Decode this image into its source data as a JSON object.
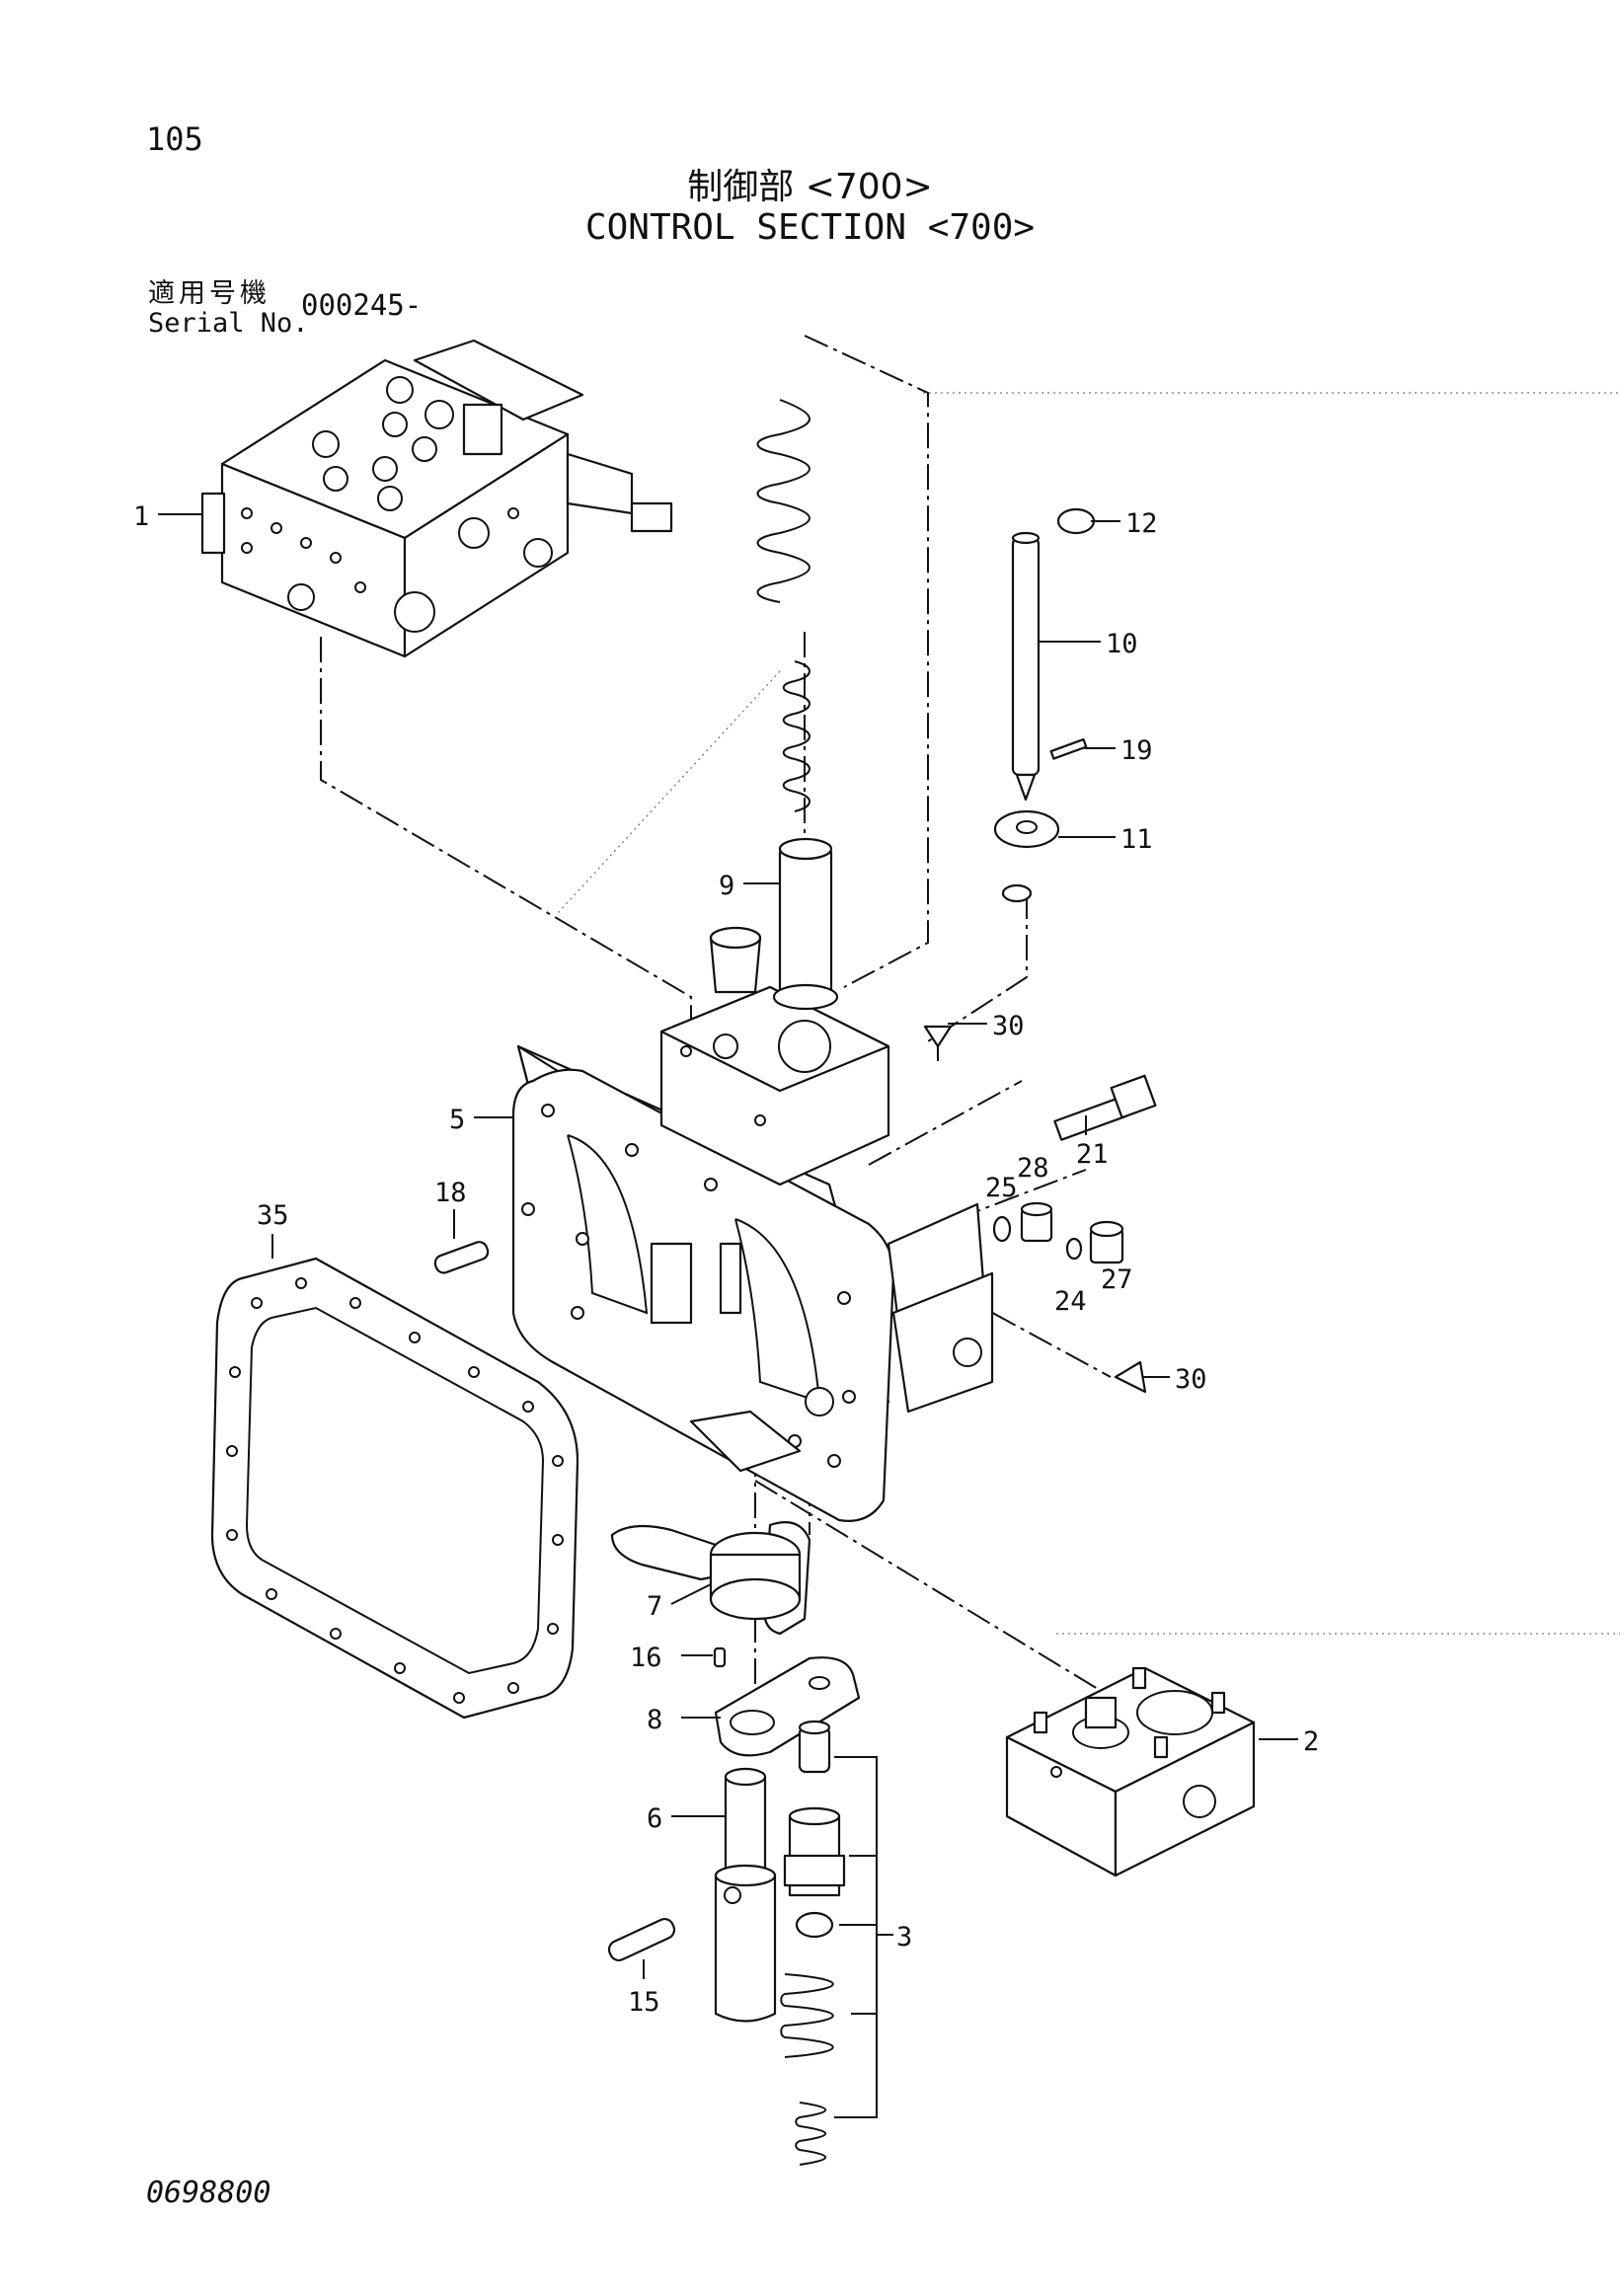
{
  "page": {
    "page_number": "105",
    "title_ja": "制御部 <700>",
    "title_en": "CONTROL SECTION <700>",
    "serial_label_ja": "適用号機",
    "serial_label_en": "Serial No.",
    "serial_value": "000245-",
    "document_code": "0698800"
  },
  "callouts": [
    {
      "id": "c1",
      "text": "1"
    },
    {
      "id": "c2",
      "text": "2"
    },
    {
      "id": "c3",
      "text": "3"
    },
    {
      "id": "c5",
      "text": "5"
    },
    {
      "id": "c6",
      "text": "6"
    },
    {
      "id": "c7",
      "text": "7"
    },
    {
      "id": "c8",
      "text": "8"
    },
    {
      "id": "c9",
      "text": "9"
    },
    {
      "id": "c10",
      "text": "10"
    },
    {
      "id": "c11",
      "text": "11"
    },
    {
      "id": "c12",
      "text": "12"
    },
    {
      "id": "c15",
      "text": "15"
    },
    {
      "id": "c16",
      "text": "16"
    },
    {
      "id": "c18",
      "text": "18"
    },
    {
      "id": "c19",
      "text": "19"
    },
    {
      "id": "c21",
      "text": "21"
    },
    {
      "id": "c24",
      "text": "24"
    },
    {
      "id": "c25",
      "text": "25"
    },
    {
      "id": "c27",
      "text": "27"
    },
    {
      "id": "c28",
      "text": "28"
    },
    {
      "id": "c30a",
      "text": "30"
    },
    {
      "id": "c30b",
      "text": "30"
    },
    {
      "id": "c35",
      "text": "35"
    }
  ]
}
